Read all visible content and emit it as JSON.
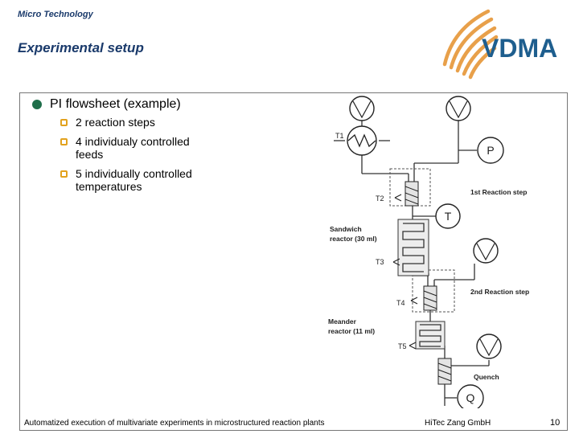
{
  "header": {
    "top_label": "Micro Technology",
    "title": "Experimental setup",
    "logo_text": "VDMA",
    "colors": {
      "title": "#1a3a6b",
      "logo_blue": "#1e5e8e",
      "logo_orange": "#e8a04a",
      "bullet_green": "#1f6e4a",
      "bullet_orange": "#e2a21e"
    }
  },
  "content": {
    "main_bullet": "PI flowsheet (example)",
    "sub_bullets": [
      {
        "line1": "2 reaction steps",
        "line2": ""
      },
      {
        "line1": "4 individualy controlled",
        "line2": "feeds"
      },
      {
        "line1": "5 individually controlled",
        "line2": "temperatures"
      }
    ]
  },
  "diagram": {
    "labels": {
      "t1": "T1",
      "t2": "T2",
      "t3": "T3",
      "t4": "T4",
      "t5": "T5",
      "p": "P",
      "t": "T",
      "q": "Q",
      "step1": "1st Reaction step",
      "step2": "2nd Reaction step",
      "sandwich1": "Sandwich",
      "sandwich2": "reactor (30 ml)",
      "meander1": "Meander",
      "meander2": "reactor (11 ml)",
      "quench": "Quench"
    }
  },
  "footer": {
    "left": "Automatized execution of multivariate experiments in microstructured reaction plants",
    "company": "HiTec Zang GmbH",
    "page": "10"
  }
}
